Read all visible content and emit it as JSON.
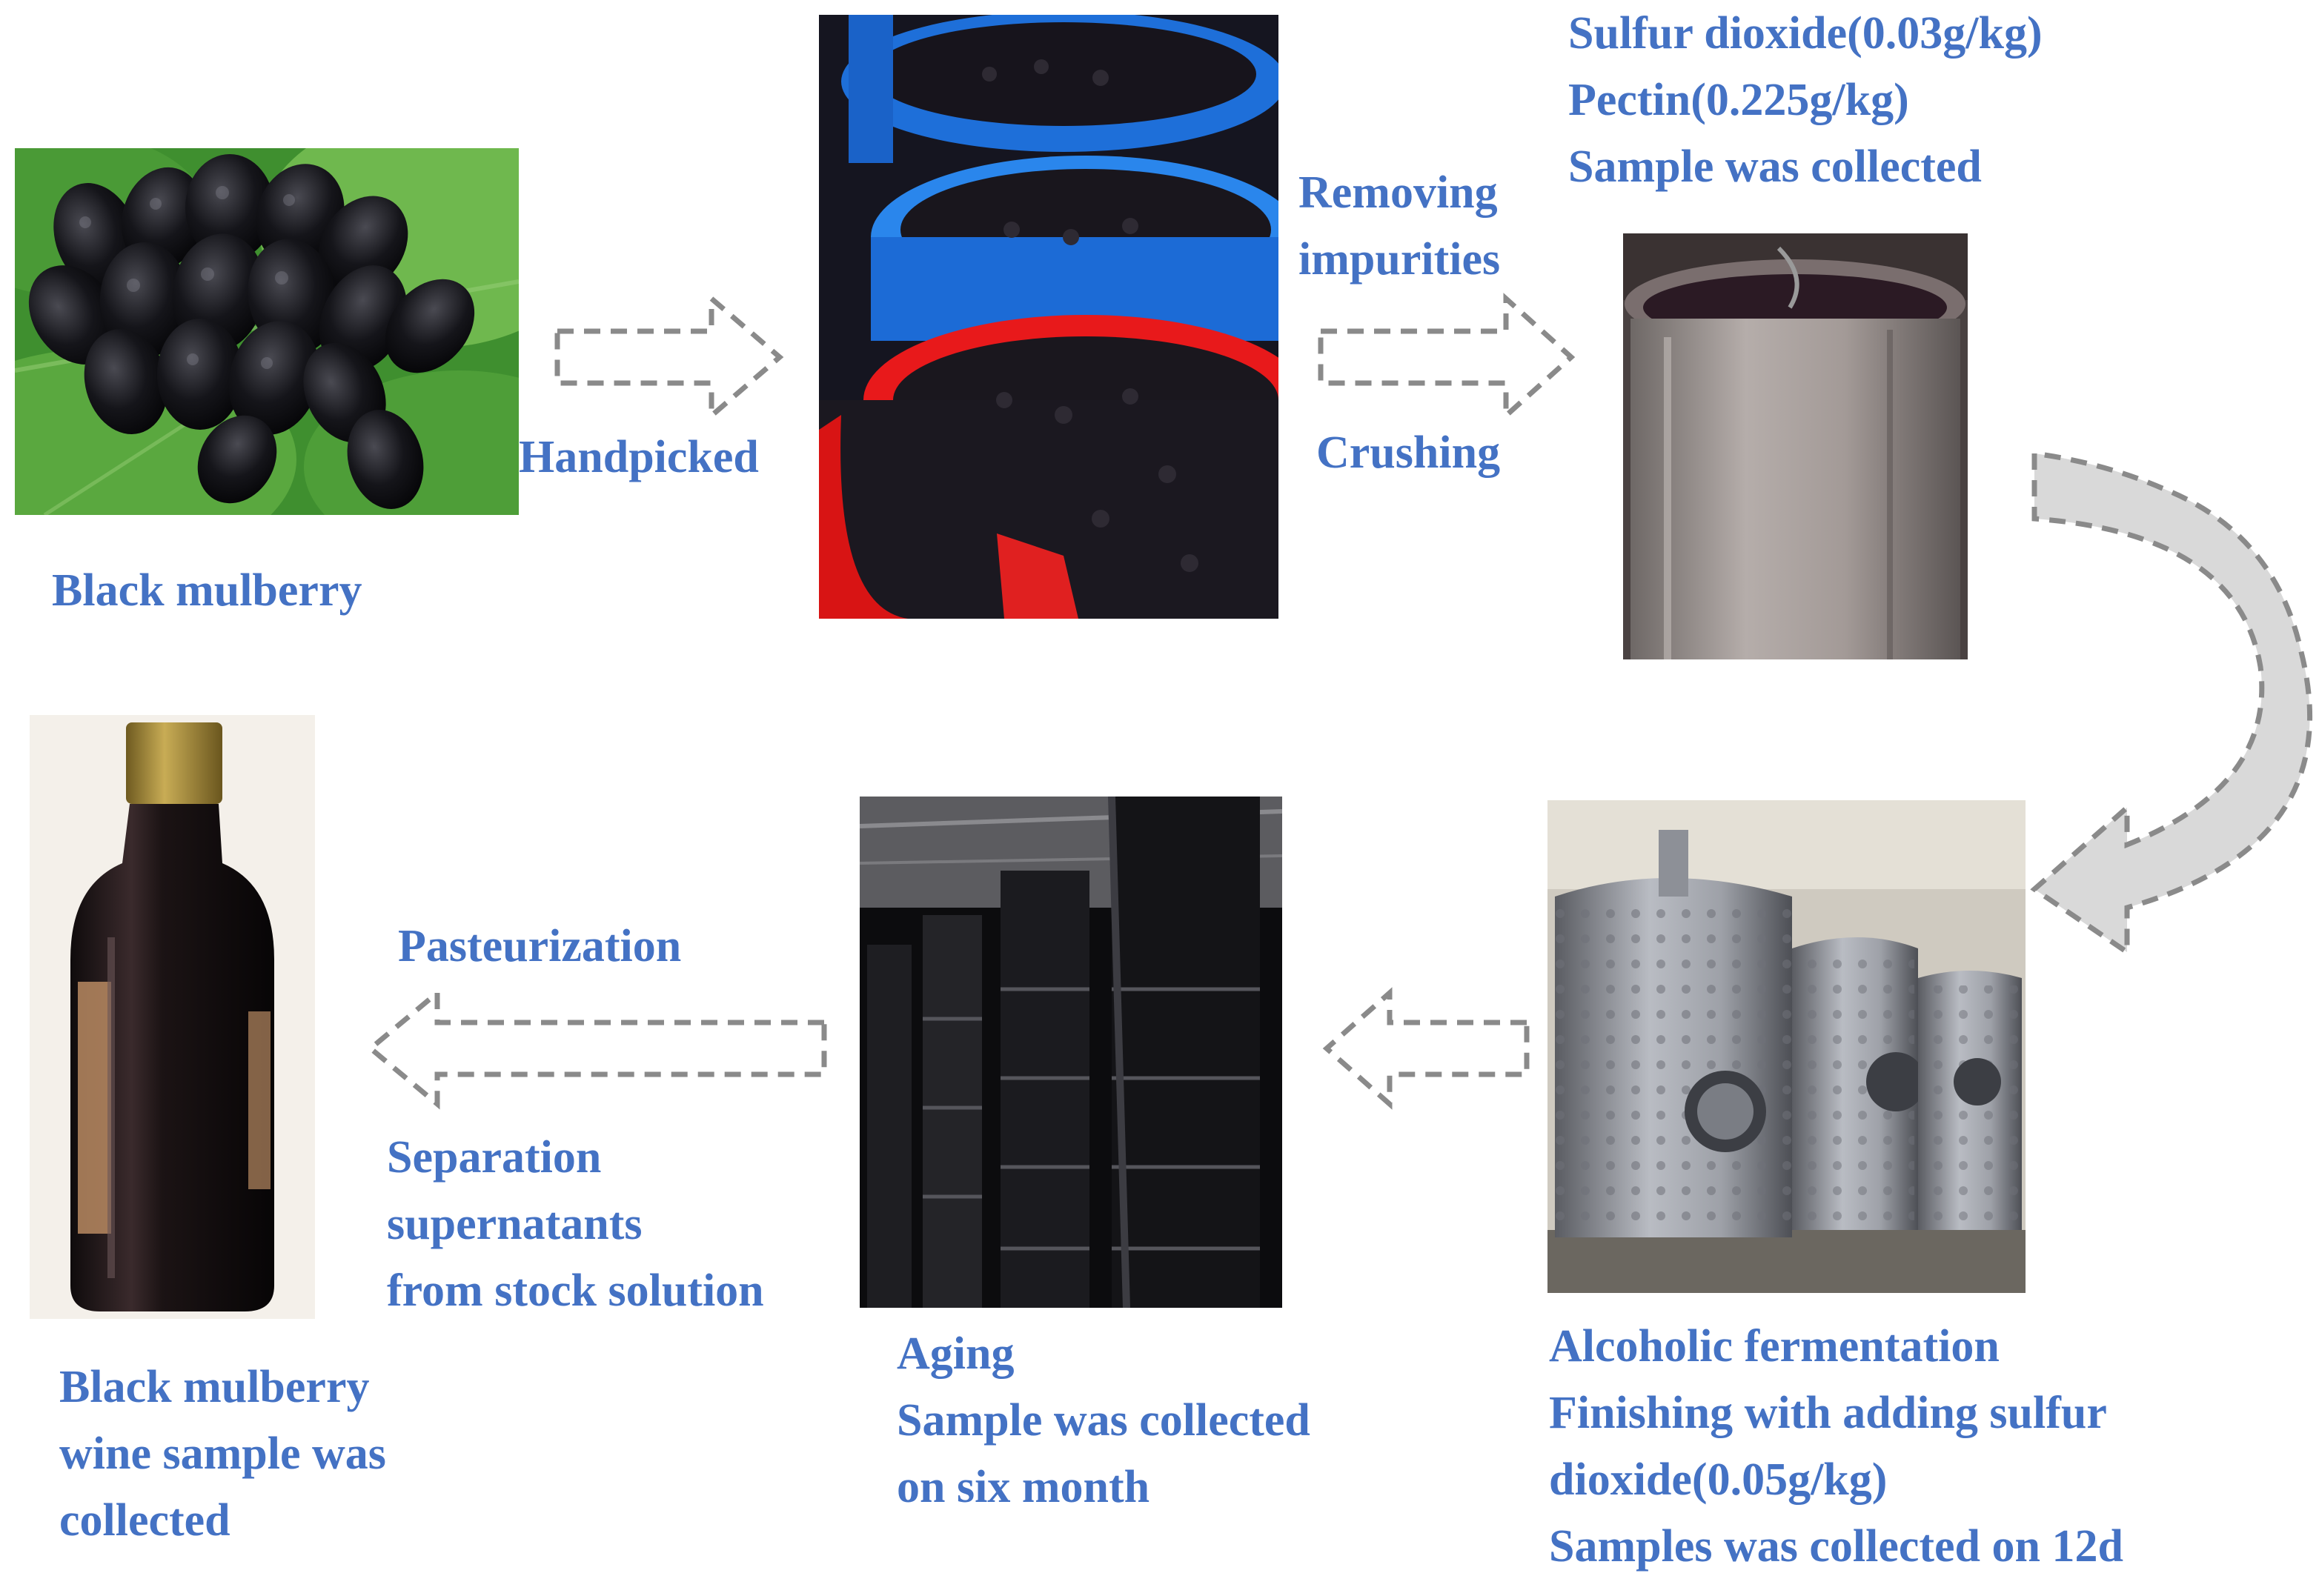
{
  "steps": {
    "fruit": {
      "label": "Black mulberry"
    },
    "handpick": {
      "label": "Handpicked"
    },
    "crush": {
      "line1": "Removing",
      "line2": "impurities",
      "below": "Crushing"
    },
    "must": {
      "line1": "Sulfur dioxide(0.03g/kg)",
      "line2": "Pectin(0.225g/kg)",
      "line3": "Sample was collected"
    },
    "ferment": {
      "line1": "Alcoholic fermentation",
      "line2": "Finishing with adding sulfur",
      "line3": "dioxide(0.05g/kg)",
      "line4": "Samples was collected on 12d"
    },
    "aging": {
      "line1": "Aging",
      "line2": "Sample was collected",
      "line3": "on six month"
    },
    "separation": {
      "above": "Pasteurization",
      "line1": "Separation",
      "line2": "supernatants",
      "line3": "from stock solution"
    },
    "final": {
      "line1": "Black mulberry",
      "line2": "wine sample was",
      "line3": "collected"
    }
  },
  "colors": {
    "text": "#4472c4",
    "arrow_stroke": "#8a8a8a",
    "curved_arrow_fill": "#d9d9d9"
  }
}
